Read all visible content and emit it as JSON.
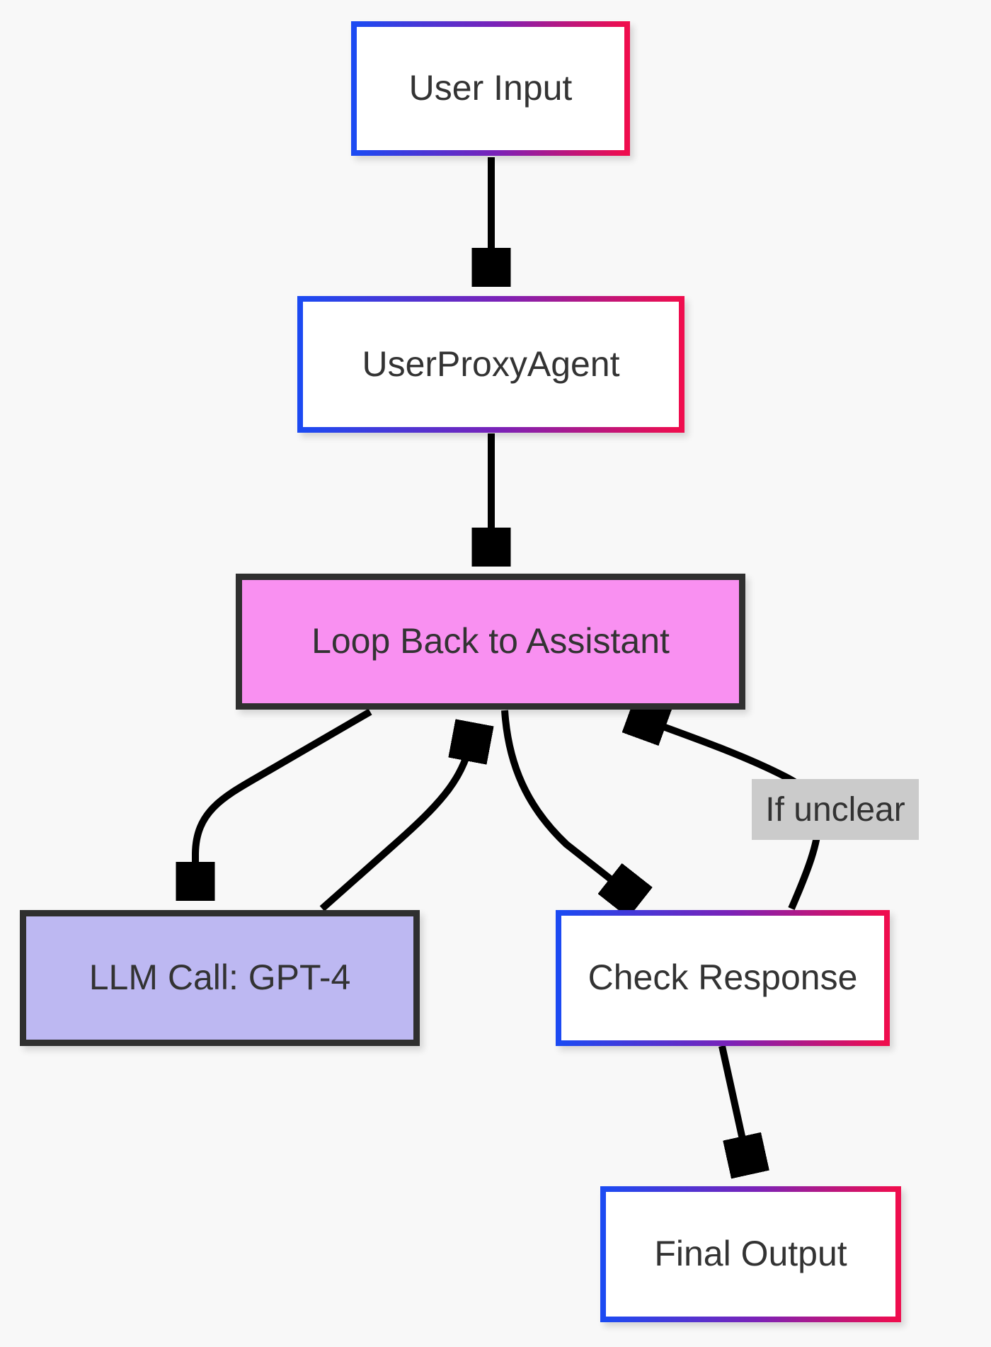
{
  "palette": {
    "background": "#f8f8f8",
    "gradient_border_start": "#1c4af2",
    "gradient_border_mid": "#7a22b8",
    "gradient_border_end": "#ef0d4e",
    "pink_node_fill": "#f990f1",
    "purple_node_fill": "#bdb8f2",
    "dark_node_border": "#2f2f2f",
    "edge_label_background": "#cbcbcb",
    "text_color": "#333333",
    "arrow_color": "#000000"
  },
  "nodes": {
    "user_input": {
      "label": "User Input",
      "style": "gradient-border"
    },
    "user_proxy_agent": {
      "label": "UserProxyAgent",
      "style": "gradient-border"
    },
    "loop_back": {
      "label": "Loop Back to Assistant",
      "style": "pink-fill"
    },
    "llm_call": {
      "label": "LLM Call: GPT-4",
      "style": "purple-fill"
    },
    "check_response": {
      "label": "Check Response",
      "style": "gradient-border"
    },
    "final_output": {
      "label": "Final Output",
      "style": "gradient-border"
    }
  },
  "edges": [
    {
      "from": "User Input",
      "to": "UserProxyAgent",
      "label": ""
    },
    {
      "from": "UserProxyAgent",
      "to": "Loop Back to Assistant",
      "label": ""
    },
    {
      "from": "Loop Back to Assistant",
      "to": "LLM Call: GPT-4",
      "label": ""
    },
    {
      "from": "LLM Call: GPT-4",
      "to": "Loop Back to Assistant",
      "label": ""
    },
    {
      "from": "Loop Back to Assistant",
      "to": "Check Response",
      "label": ""
    },
    {
      "from": "Check Response",
      "to": "Loop Back to Assistant",
      "label": "If unclear"
    },
    {
      "from": "Check Response",
      "to": "Final Output",
      "label": ""
    }
  ],
  "edge_labels": {
    "if_unclear": "If unclear"
  }
}
